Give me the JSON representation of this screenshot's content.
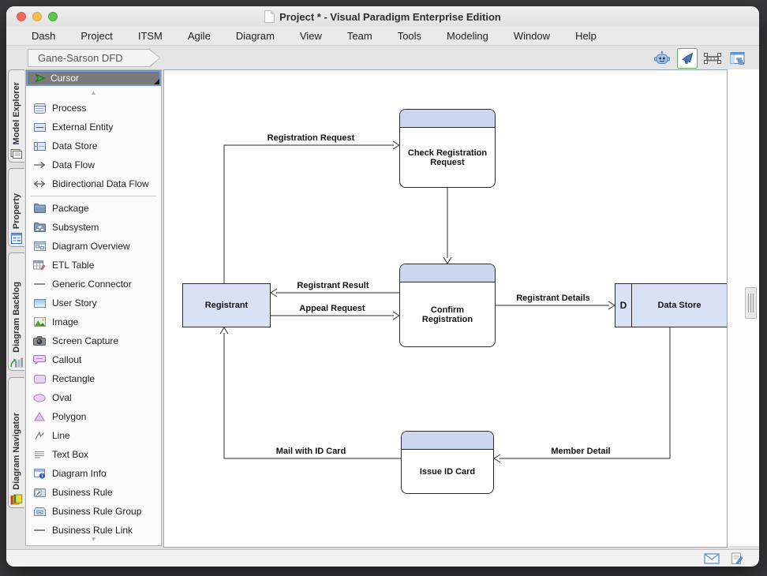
{
  "window": {
    "title": "Project * - Visual Paradigm Enterprise Edition"
  },
  "menubar": {
    "items": [
      "Dash",
      "Project",
      "ITSM",
      "Agile",
      "Diagram",
      "View",
      "Team",
      "Tools",
      "Modeling",
      "Window",
      "Help"
    ]
  },
  "breadcrumb": {
    "current": "Gane-Sarson DFD"
  },
  "toolbar": {
    "icons": [
      {
        "name": "assistant-bot-icon"
      },
      {
        "name": "announcement-icon",
        "selected": true
      },
      {
        "name": "fit-to-window-icon"
      },
      {
        "name": "panel-layout-icon"
      }
    ]
  },
  "side_tabs": {
    "items": [
      {
        "label": "Model Explorer",
        "icon": "model-explorer-icon"
      },
      {
        "label": "Property",
        "icon": "property-icon"
      },
      {
        "label": "Diagram Backlog",
        "icon": "diagram-backlog-icon"
      },
      {
        "label": "Diagram Navigator",
        "icon": "diagram-navigator-icon"
      }
    ]
  },
  "palette": {
    "cursor_label": "Cursor",
    "items": [
      {
        "label": "Process",
        "icon": "process-icon"
      },
      {
        "label": "External Entity",
        "icon": "external-entity-icon"
      },
      {
        "label": "Data Store",
        "icon": "data-store-icon"
      },
      {
        "label": "Data Flow",
        "icon": "data-flow-icon"
      },
      {
        "label": "Bidirectional Data Flow",
        "icon": "bidirectional-data-flow-icon"
      },
      {
        "label": "Package",
        "icon": "package-icon"
      },
      {
        "label": "Subsystem",
        "icon": "subsystem-icon"
      },
      {
        "label": "Diagram Overview",
        "icon": "diagram-overview-icon"
      },
      {
        "label": "ETL Table",
        "icon": "etl-table-icon"
      },
      {
        "label": "Generic Connector",
        "icon": "generic-connector-icon"
      },
      {
        "label": "User Story",
        "icon": "user-story-icon"
      },
      {
        "label": "Image",
        "icon": "image-icon"
      },
      {
        "label": "Screen Capture",
        "icon": "screen-capture-icon"
      },
      {
        "label": "Callout",
        "icon": "callout-icon"
      },
      {
        "label": "Rectangle",
        "icon": "rectangle-icon"
      },
      {
        "label": "Oval",
        "icon": "oval-icon"
      },
      {
        "label": "Polygon",
        "icon": "polygon-icon"
      },
      {
        "label": "Line",
        "icon": "line-icon"
      },
      {
        "label": "Text Box",
        "icon": "text-box-icon"
      },
      {
        "label": "Diagram Info",
        "icon": "diagram-info-icon"
      },
      {
        "label": "Business Rule",
        "icon": "business-rule-icon"
      },
      {
        "label": "Business Rule Group",
        "icon": "business-rule-group-icon"
      },
      {
        "label": "Business Rule Link",
        "icon": "business-rule-link-icon"
      }
    ]
  },
  "diagram": {
    "nodes": {
      "check_registration": {
        "type": "process",
        "label": "Check Registration Request"
      },
      "confirm_registration": {
        "type": "process",
        "label": "Confirm Registration"
      },
      "issue_id_card": {
        "type": "process",
        "label": "Issue ID Card"
      },
      "registrant": {
        "type": "external-entity",
        "label": "Registrant"
      },
      "data_store": {
        "type": "data-store",
        "id_label": "D",
        "label": "Data Store"
      }
    },
    "flows": {
      "registration_request": "Registration Request",
      "registrant_result": "Registrant Result",
      "appeal_request": "Appeal Request",
      "registrant_details": "Registrant Details",
      "member_detail": "Member Detail",
      "mail_with_id_card": "Mail with ID Card"
    },
    "colors": {
      "process_header": "#ccd6ee",
      "entity_fill": "#d9e2f4",
      "node_border": "#2b2b2b"
    }
  },
  "statusbar": {
    "icons": [
      {
        "name": "mail-icon"
      },
      {
        "name": "edit-document-icon"
      }
    ]
  }
}
